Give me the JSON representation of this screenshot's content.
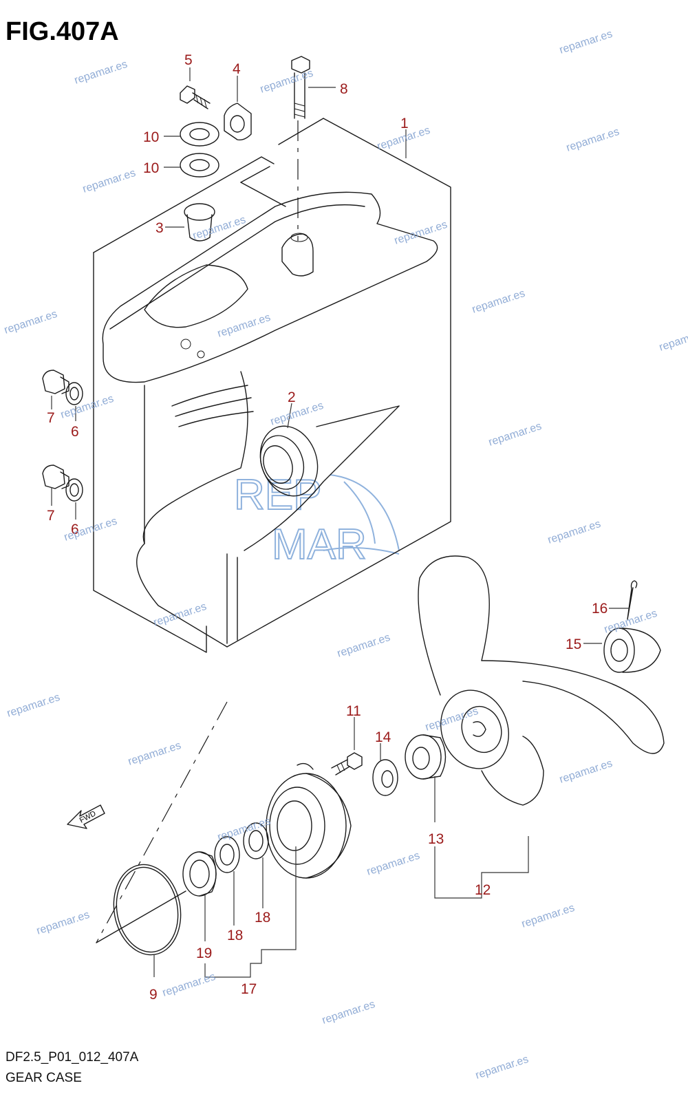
{
  "figure": {
    "title": "FIG.407A"
  },
  "footer": {
    "code": "DF2.5_P01_012_407A",
    "name": "GEAR CASE"
  },
  "fwd_label": "FWD",
  "logo_text": [
    "REP",
    "MAR"
  ],
  "watermark": "repamar.es",
  "callouts": {
    "p1": "1",
    "p2": "2",
    "p3": "3",
    "p4": "4",
    "p5": "5",
    "p6a": "6",
    "p6b": "6",
    "p7a": "7",
    "p7b": "7",
    "p8": "8",
    "p9": "9",
    "p10a": "10",
    "p10b": "10",
    "p11": "11",
    "p12": "12",
    "p13": "13",
    "p14": "14",
    "p15": "15",
    "p16": "16",
    "p17": "17",
    "p18a": "18",
    "p18b": "18",
    "p19": "19"
  },
  "colors": {
    "callout": "#9b1b1b",
    "line": "#1a1a1a",
    "watermark": "#7f9fcf"
  }
}
